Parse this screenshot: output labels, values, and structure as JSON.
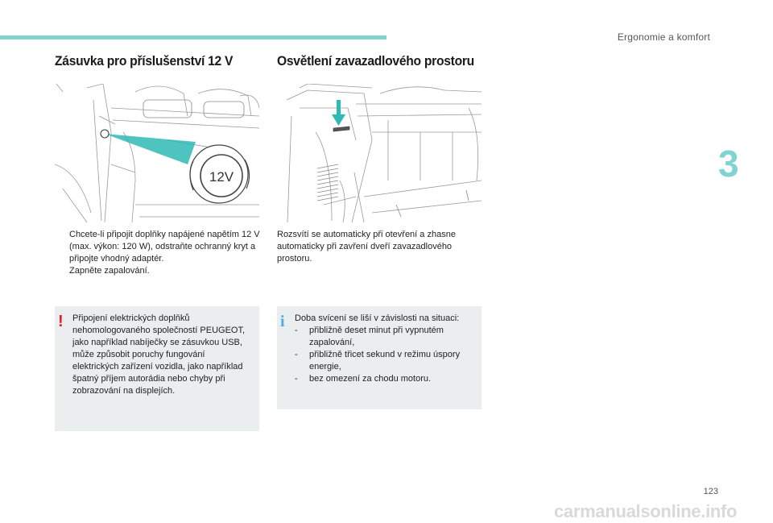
{
  "header": {
    "chapter": "Ergonomie a komfort",
    "chapter_number": "3"
  },
  "left": {
    "title": "Zásuvka pro příslušenství 12 V",
    "figure_label": "12V",
    "steps": [
      "Chcete-li připojit doplňky napájené napětím 12 V (max. výkon: 120 W), odstraňte ochranný kryt a připojte vhodný adaptér.",
      "Zapněte zapalování."
    ],
    "warning": "Připojení elektrických doplňků nehomologovaného společností PEUGEOT, jako například nabíječky se zásuvkou USB, může způsobit poruchy fungování elektrických zařízení vozidla, jako například špatný příjem autorádia nebo chyby při zobrazování na displejích."
  },
  "right": {
    "title": "Osvětlení zavazadlového prostoru",
    "paragraph": "Rozsvítí se automaticky při otevření a zhasne automaticky při zavření dveří zavazadlového prostoru.",
    "info_intro": "Doba svícení se liší v závislosti na situaci:",
    "info_items": [
      "přibližně deset minut při vypnutém zapalování,",
      "přibližně třicet sekund v režimu úspory energie,",
      "bez omezení za chodu motoru."
    ]
  },
  "icons": {
    "bullet": "",
    "warning": "!",
    "info": "i",
    "dash": "-"
  },
  "colors": {
    "accent": "#7fd3d1",
    "warning": "#e0202a",
    "info": "#4fa9e6",
    "box_bg": "#ebeeee"
  },
  "footer": {
    "page_number": "123",
    "watermark": "carmanualsonline.info"
  }
}
